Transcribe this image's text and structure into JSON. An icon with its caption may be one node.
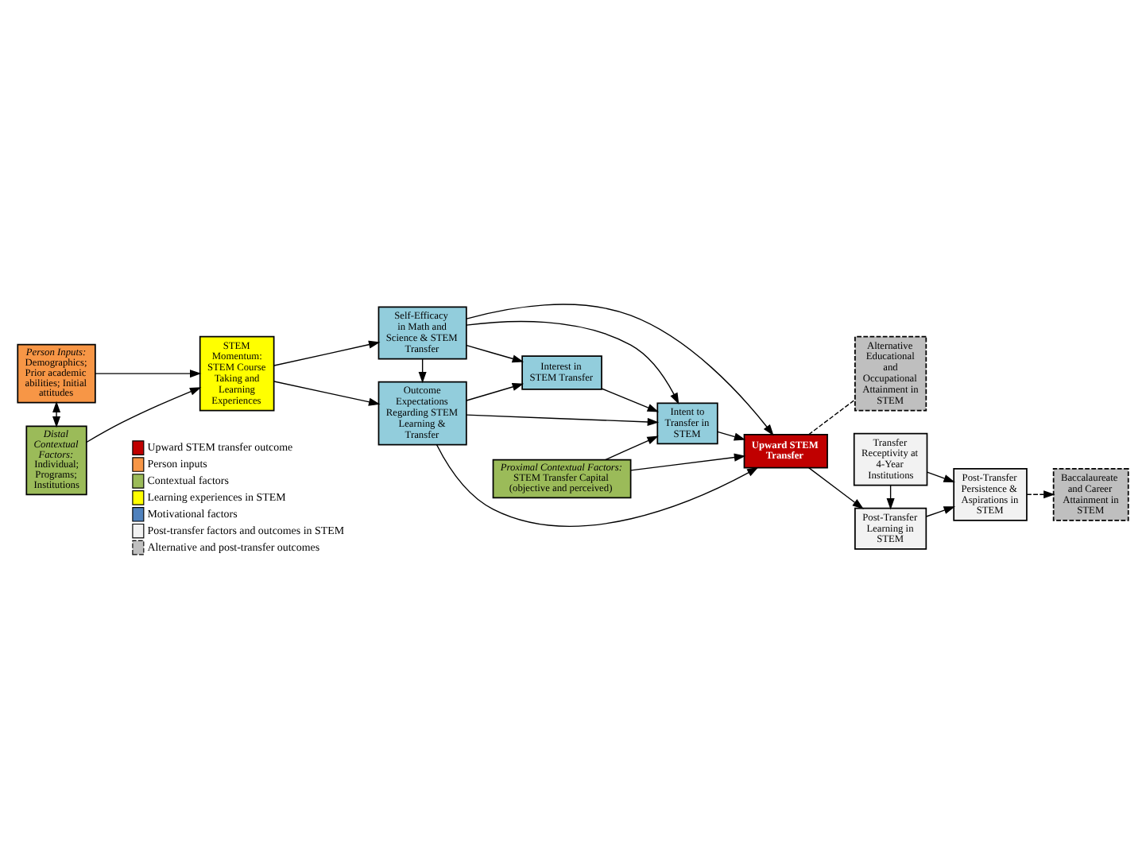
{
  "diagram": {
    "nodes": [
      {
        "text": [
          "Person Inputs:",
          "Demographics; Prior academic abilities; Initial attitudes"
        ]
      },
      {
        "text": [
          "Distal Contextual Factors:",
          "Individual; Programs; Institutions"
        ]
      },
      {
        "text": [
          "STEM Momentum: STEM Course Taking and Learning Experiences"
        ]
      },
      {
        "text": [
          "Self-Efficacy in Math and Science & STEM Transfer"
        ]
      },
      {
        "text": [
          "Outcome Expectations Regarding STEM Learning & Transfer"
        ]
      },
      {
        "text": [
          "Interest in STEM Transfer"
        ]
      },
      {
        "text": [
          "Proximal Contextual Factors:",
          "STEM Transfer Capital (objective and perceived)"
        ]
      },
      {
        "text": [
          "Intent to Transfer in STEM"
        ]
      },
      {
        "text": [
          "Upward STEM Transfer"
        ]
      },
      {
        "text": [
          "Transfer Receptivity at 4-Year Institutions"
        ]
      },
      {
        "text": [
          "Post-Transfer Learning in STEM"
        ]
      },
      {
        "text": [
          "Post-Transfer Persistence & Aspirations in STEM"
        ]
      },
      {
        "text": [
          "Baccalaureate and Career Attainment in STEM"
        ]
      },
      {
        "text": [
          "Alternative Educational and Occupational Attainment in STEM"
        ]
      }
    ],
    "edges": [
      {
        "from": 0,
        "to": 1,
        "arrow": "both"
      },
      {
        "from": 0,
        "to": 2,
        "arrow": "to"
      },
      {
        "from": 1,
        "to": 2,
        "arrow": "to"
      },
      {
        "from": 2,
        "to": 3,
        "arrow": "to"
      },
      {
        "from": 2,
        "to": 4,
        "arrow": "to"
      },
      {
        "from": 3,
        "to": 4,
        "arrow": "to"
      },
      {
        "from": 3,
        "to": 5,
        "arrow": "to"
      },
      {
        "from": 3,
        "to": 7,
        "arrow": "to"
      },
      {
        "from": 3,
        "to": 8,
        "arrow": "to"
      },
      {
        "from": 4,
        "to": 5,
        "arrow": "to"
      },
      {
        "from": 4,
        "to": 7,
        "arrow": "to"
      },
      {
        "from": 4,
        "to": 8,
        "arrow": "to"
      },
      {
        "from": 5,
        "to": 7,
        "arrow": "to"
      },
      {
        "from": 6,
        "to": 7,
        "arrow": "to"
      },
      {
        "from": 6,
        "to": 8,
        "arrow": "to"
      },
      {
        "from": 7,
        "to": 8,
        "arrow": "to"
      },
      {
        "from": 8,
        "to": 10,
        "arrow": "to"
      },
      {
        "from": 9,
        "to": 10,
        "arrow": "to"
      },
      {
        "from": 9,
        "to": 11,
        "arrow": "to"
      },
      {
        "from": 10,
        "to": 11,
        "arrow": "to"
      },
      {
        "from": 11,
        "to": 12,
        "arrow": "to",
        "style": "dashed"
      },
      {
        "from": 8,
        "to": 13,
        "arrow": "none",
        "style": "dashed"
      }
    ],
    "legend": [
      {
        "text": "Upward STEM transfer outcome",
        "color": "#c00000"
      },
      {
        "text": "Person inputs",
        "color": "#f79646"
      },
      {
        "text": "Contextual factors",
        "color": "#9bbb59"
      },
      {
        "text": "Learning experiences in STEM",
        "color": "#ffff00"
      },
      {
        "text": "Motivational factors",
        "color": "#4f81bd"
      },
      {
        "text": "Post-transfer factors and outcomes in STEM",
        "color": "#f2f2f2"
      },
      {
        "text": "Alternative and post-transfer outcomes"
      }
    ]
  }
}
